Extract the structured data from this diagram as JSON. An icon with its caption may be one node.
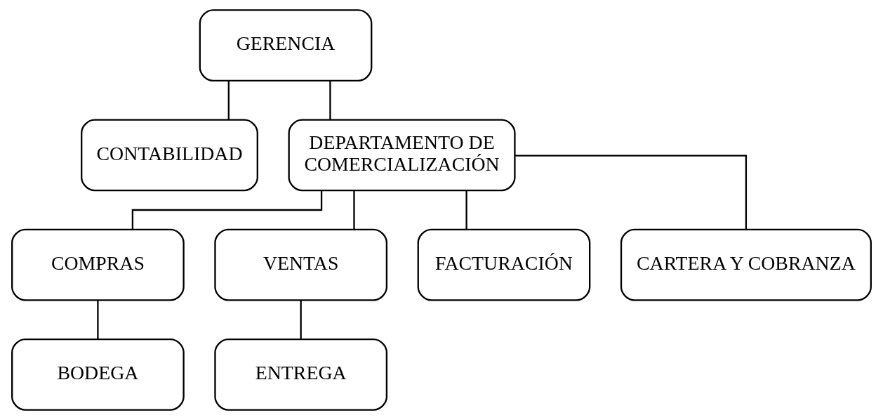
{
  "diagram": {
    "nodes": [
      {
        "text": [
          "GERENCIA"
        ]
      },
      {
        "text": [
          "CONTABILIDAD"
        ]
      },
      {
        "text": [
          "DEPARTAMENTO DE COMERCIALIZACIÓN"
        ]
      },
      {
        "text": [
          "COMPRAS"
        ]
      },
      {
        "text": [
          "VENTAS"
        ]
      },
      {
        "text": [
          "FACTURACIÓN"
        ]
      },
      {
        "text": [
          "CARTERA Y COBRANZA"
        ]
      },
      {
        "text": [
          "BODEGA"
        ]
      },
      {
        "text": [
          "ENTREGA"
        ]
      }
    ],
    "edges": [
      {
        "from": 0,
        "to": 1,
        "arrow": "none"
      },
      {
        "from": 0,
        "to": 2,
        "arrow": "none"
      },
      {
        "from": 2,
        "to": 3,
        "arrow": "none"
      },
      {
        "from": 2,
        "to": 4,
        "arrow": "none"
      },
      {
        "from": 2,
        "to": 5,
        "arrow": "none"
      },
      {
        "from": 2,
        "to": 6,
        "arrow": "none"
      },
      {
        "from": 3,
        "to": 7,
        "arrow": "none"
      },
      {
        "from": 4,
        "to": 8,
        "arrow": "none"
      }
    ]
  }
}
